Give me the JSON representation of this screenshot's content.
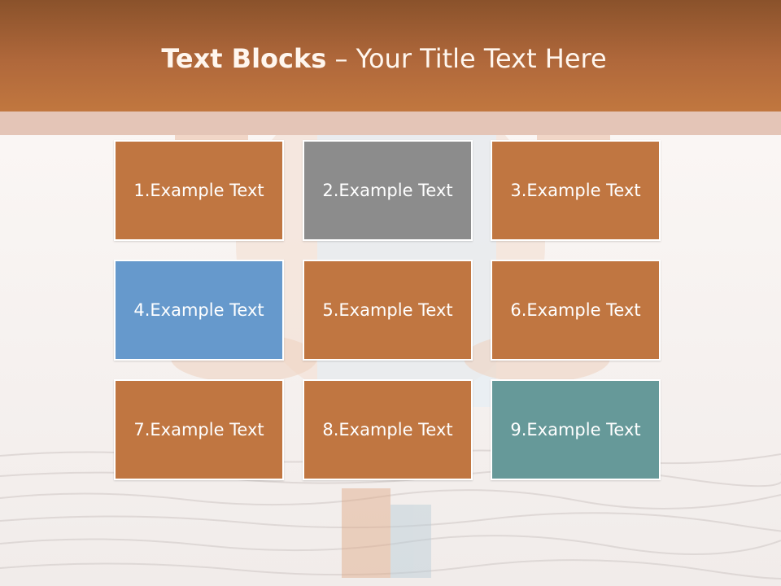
{
  "title": {
    "bold": "Text Blocks",
    "sep": " – ",
    "rest": "Your Title Text Here"
  },
  "colors": {
    "header": "#b0683b",
    "orange": "#c07641",
    "gray": "#8c8c8c",
    "blue": "#6699cc",
    "teal": "#669999",
    "text": "#ffffff"
  },
  "blocks": [
    {
      "label": "1.Example Text",
      "color": "#c07641"
    },
    {
      "label": "2.Example Text",
      "color": "#8c8c8c"
    },
    {
      "label": "3.Example Text",
      "color": "#c07641"
    },
    {
      "label": "4.Example Text",
      "color": "#6699cc"
    },
    {
      "label": "5.Example Text",
      "color": "#c07641"
    },
    {
      "label": "6.Example Text",
      "color": "#c07641"
    },
    {
      "label": "7.Example Text",
      "color": "#c07641"
    },
    {
      "label": "8.Example Text",
      "color": "#c07641"
    },
    {
      "label": "9.Example Text",
      "color": "#669999"
    }
  ]
}
